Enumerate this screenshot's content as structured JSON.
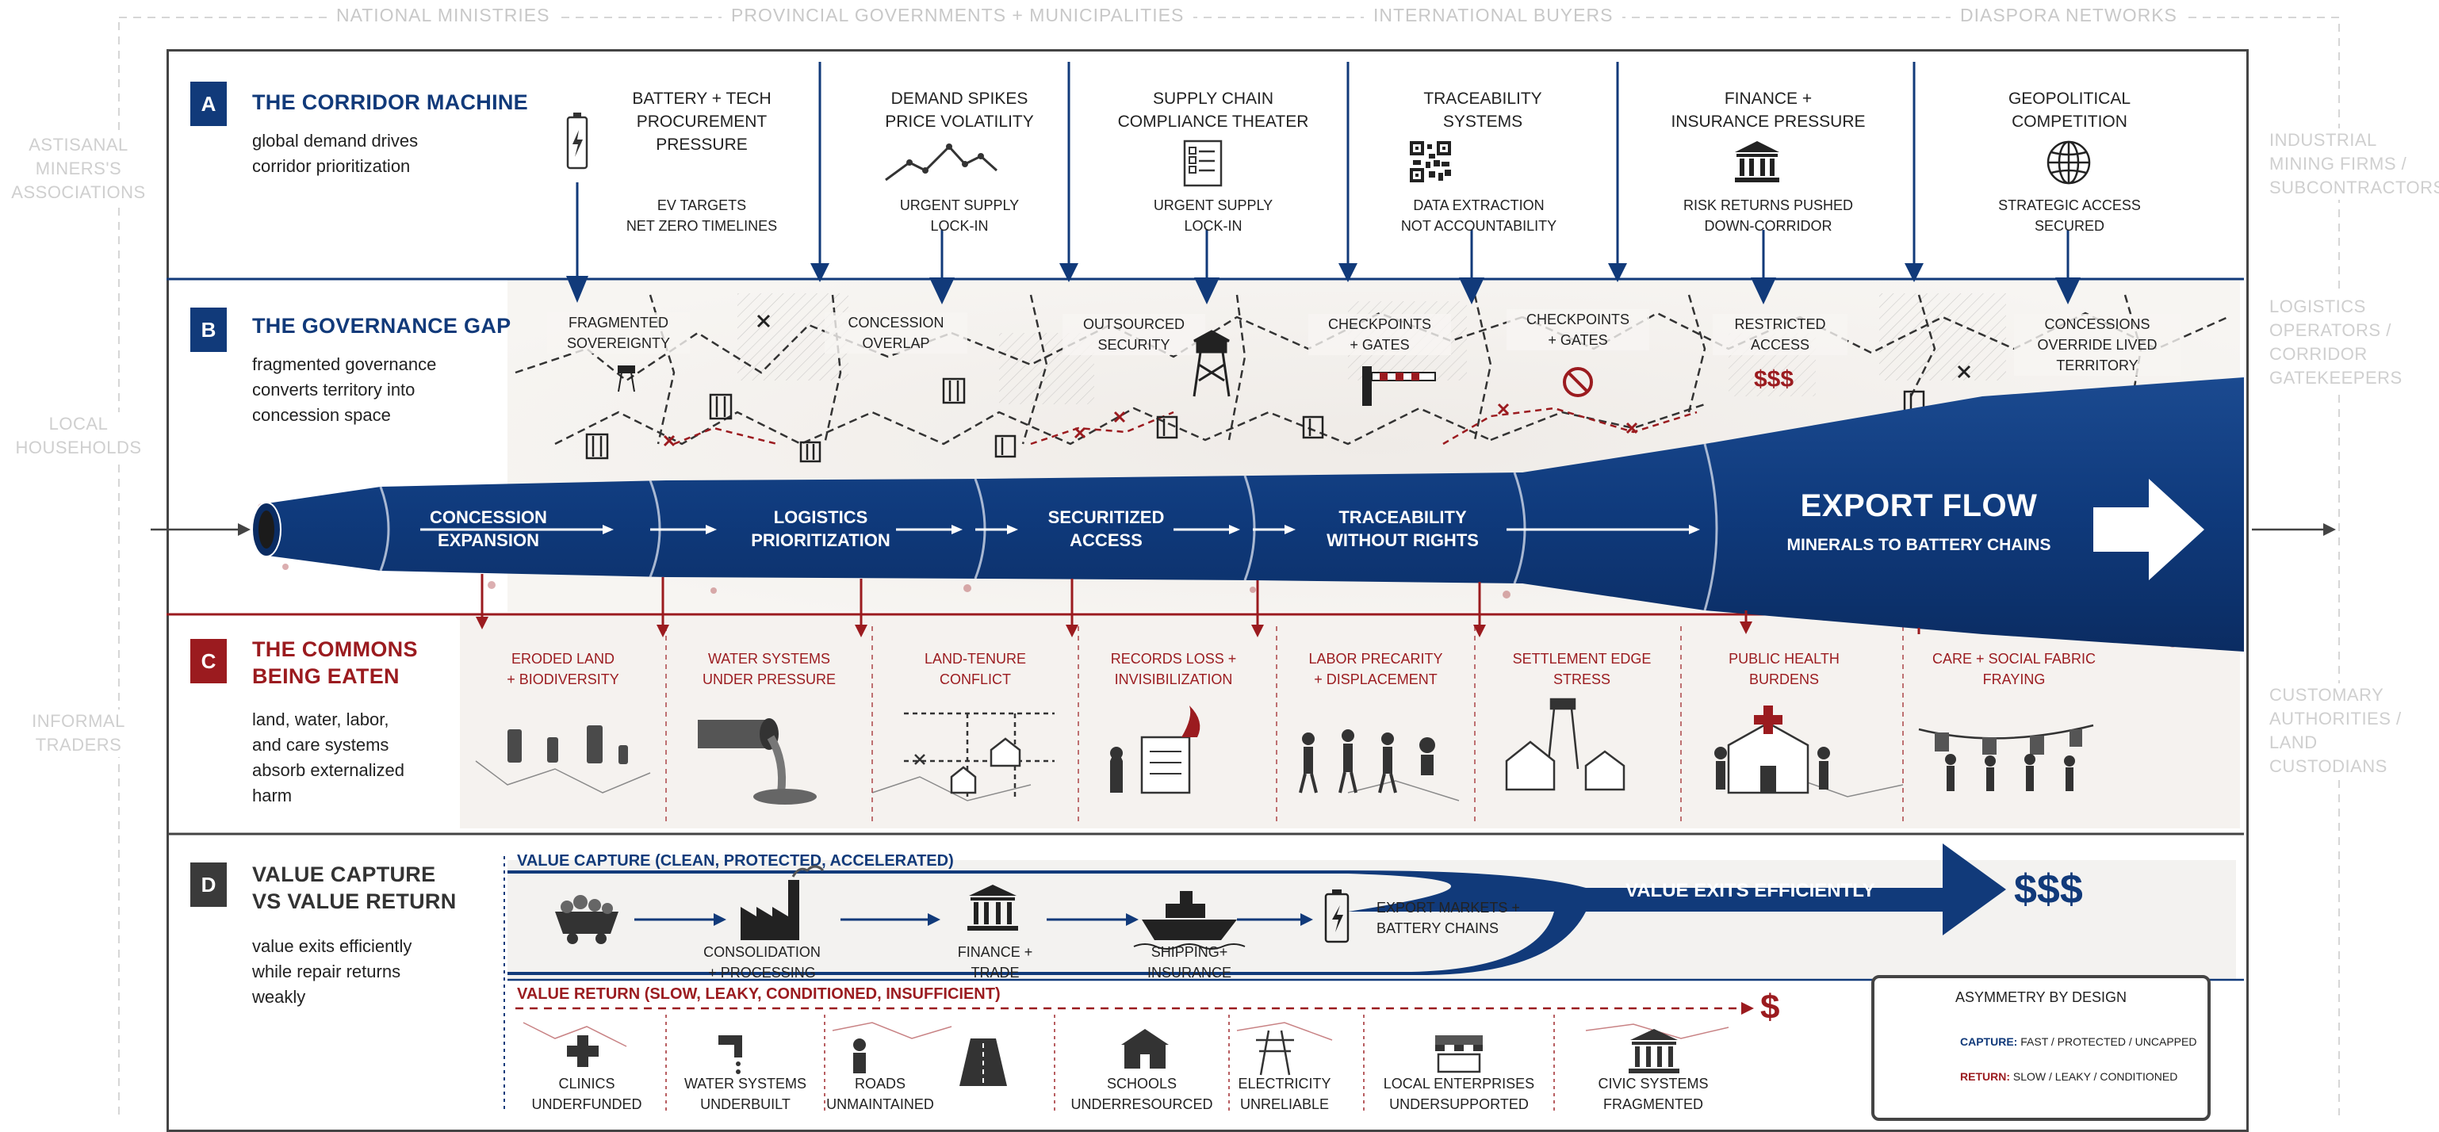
{
  "stakeholders": {
    "top": [
      "NATIONAL MINISTRIES",
      "PROVINCIAL GOVERNMENTS + MUNICIPALITIES",
      "INTERNATIONAL BUYERS",
      "DIASPORA NETWORKS"
    ],
    "left": [
      "ASTISANAL\nMINERS'S\nASSOCIATIONS",
      "LOCAL\nHOUSEHOLDS",
      "INFORMAL\nTRADERS"
    ],
    "right": [
      "INDUSTRIAL\nMINING FIRMS /\nSUBCONTRACTORS",
      "LOGISTICS\nOPERATORS /\nCORRIDOR\nGATEKEEPERS",
      "CUSTOMARY\nAUTHORITIES /\nLAND\nCUSTODIANS"
    ]
  },
  "sectionA": {
    "letter": "A",
    "title": "THE CORRIDOR MACHINE",
    "subtitle": "global demand drives\ncorridor prioritization",
    "drivers": [
      {
        "title": "BATTERY + TECH\nPROCUREMENT\nPRESSURE",
        "icon": "battery-icon",
        "effect": "EV TARGETS\nNET ZERO TIMELINES"
      },
      {
        "title": "DEMAND SPIKES\nPRICE VOLATILITY",
        "icon": "price-chart-icon",
        "effect": "URGENT SUPPLY\nLOCK-IN"
      },
      {
        "title": "SUPPLY CHAIN\nCOMPLIANCE THEATER",
        "icon": "checklist-icon",
        "effect": "URGENT SUPPLY\nLOCK-IN"
      },
      {
        "title": "TRACEABILITY\nSYSTEMS",
        "icon": "qr-code-icon",
        "effect": "DATA EXTRACTION\nNOT ACCOUNTABILITY"
      },
      {
        "title": "FINANCE +\nINSURANCE PRESSURE",
        "icon": "bank-icon",
        "effect": "RISK RETURNS PUSHED\nDOWN-CORRIDOR"
      },
      {
        "title": "GEOPOLITICAL\nCOMPETITION",
        "icon": "globe-icon",
        "effect": "STRATEGIC ACCESS\nSECURED"
      }
    ]
  },
  "sectionB": {
    "letter": "B",
    "title": "THE GOVERNANCE GAP",
    "subtitle": "fragmented governance\nconverts territory into\nconcession space",
    "labels": [
      "FRAGMENTED\nSOVEREIGNTY",
      "CONCESSION\nOVERLAP",
      "OUTSOURCED\nSECURITY",
      "CHECKPOINTS\n+ GATES",
      "CHECKPOINTS\n+ GATES",
      "RESTRICTED\nACCESS",
      "CONCESSIONS\nOVERRIDE LIVED\nTERRITORY"
    ],
    "restricted_money": "$$$"
  },
  "pipeline": {
    "stages": [
      "CONCESSION\nEXPANSION",
      "LOGISTICS\nPRIORITIZATION",
      "SECURITIZED\nACCESS",
      "TRACEABILITY\nWITHOUT RIGHTS"
    ],
    "export_title": "EXPORT FLOW",
    "export_sub": "MINERALS TO BATTERY CHAINS"
  },
  "sectionC": {
    "letter": "C",
    "title": "THE COMMONS\nBEING EATEN",
    "subtitle": "land, water, labor,\nand care systems\nabsorb externalized\nharm",
    "harms": [
      {
        "label": "ERODED LAND\n+ BIODIVERSITY",
        "icon": "stumps-icon"
      },
      {
        "label": "WATER SYSTEMS\nUNDER PRESSURE",
        "icon": "pipe-outflow-icon"
      },
      {
        "label": "LAND-TENURE\nCONFLICT",
        "icon": "parcel-map-icon"
      },
      {
        "label": "RECORDS LOSS +\nINVISIBILIZATION",
        "icon": "burning-records-icon"
      },
      {
        "label": "LABOR PRECARITY\n+ DISPLACEMENT",
        "icon": "walking-workers-icon"
      },
      {
        "label": "SETTLEMENT EDGE\nSTRESS",
        "icon": "watchtower-houses-icon"
      },
      {
        "label": "PUBLIC HEALTH\nBURDENS",
        "icon": "clinic-icon"
      },
      {
        "label": "CARE + SOCIAL FABRIC\nFRAYING",
        "icon": "clothesline-icon"
      }
    ]
  },
  "sectionD": {
    "letter": "D",
    "title": "VALUE CAPTURE\nVS VALUE RETURN",
    "subtitle": "value exits efficiently\nwhile repair returns\nweakly",
    "capture_header": "VALUE CAPTURE (CLEAN, PROTECTED, ACCELERATED)",
    "capture_steps": [
      {
        "label": "",
        "icon": "ore-cart-icon"
      },
      {
        "label": "CONSOLIDATION\n+ PROCESSING",
        "icon": "factory-icon"
      },
      {
        "label": "FINANCE +\nTRADE",
        "icon": "bank-icon"
      },
      {
        "label": "SHIPPING+\nINSURANCE",
        "icon": "ship-icon"
      },
      {
        "label": "",
        "icon": "battery-icon"
      }
    ],
    "capture_end": "EXPORT MARKETS +\nBATTERY CHAINS",
    "capture_arrow": "VALUE EXITS EFFICIENTLY",
    "capture_money": "$$$",
    "return_header": "VALUE RETURN (SLOW, LEAKY, CONDITIONED, INSUFFICIENT)",
    "return_money": "$",
    "return_items": [
      {
        "label": "CLINICS\nUNDERFUNDED",
        "icon": "clinic-cross-icon"
      },
      {
        "label": "WATER SYSTEMS\nUNDERBUILT",
        "icon": "tap-icon"
      },
      {
        "label": "ROADS\nUNMAINTAINED",
        "icon": "road-icon"
      },
      {
        "label": "SCHOOLS\nUNDERRESOURCED",
        "icon": "school-icon"
      },
      {
        "label": "ELECTRICITY\nUNRELIABLE",
        "icon": "pylon-icon"
      },
      {
        "label": "LOCAL ENTERPRISES\nUNDERSUPPORTED",
        "icon": "market-stall-icon"
      },
      {
        "label": "CIVIC SYSTEMS\nFRAGMENTED",
        "icon": "civic-building-icon"
      }
    ],
    "legend": {
      "title": "ASYMMETRY BY DESIGN",
      "capture_key": "CAPTURE:",
      "capture_desc": "FAST / PROTECTED / UNCAPPED",
      "return_key": "RETURN:",
      "return_desc": "SLOW / LEAKY / CONDITIONED"
    }
  },
  "colors": {
    "navy": "#113a7a",
    "crimson": "#9b1b1f",
    "darkgray": "#3a3a3a",
    "stake": "#c8c8c8"
  }
}
